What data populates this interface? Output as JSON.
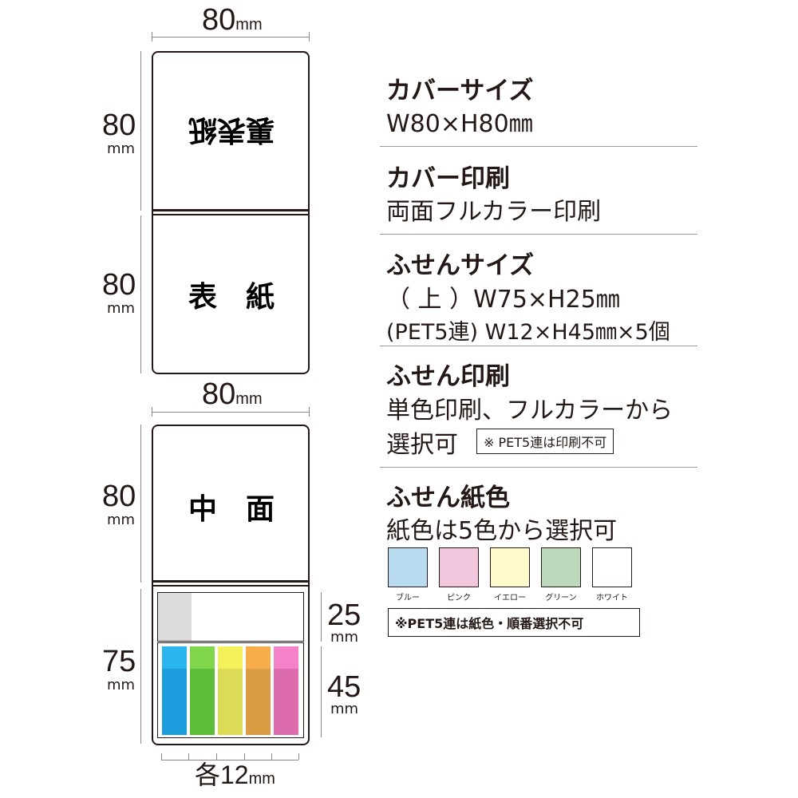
{
  "diagram": {
    "cover_panel": {
      "width_label": "80",
      "width_unit": "mm",
      "back_height_label": "80",
      "back_height_unit": "mm",
      "back_text": "裏表紙",
      "front_height_label": "80",
      "front_height_unit": "mm",
      "front_text": "表　紙"
    },
    "inner_panel": {
      "width_label": "80",
      "width_unit": "mm",
      "inner_height_label": "80",
      "inner_height_unit": "mm",
      "inner_text": "中　面",
      "sticky_height_label": "75",
      "sticky_height_unit": "mm",
      "top_note_height_label": "25",
      "top_note_height_unit": "mm",
      "tabs_height_label": "45",
      "tabs_height_unit": "mm",
      "tab_width_label": "各12",
      "tab_width_unit": "mm",
      "tab_colors": [
        {
          "top": "#2bb5ee",
          "bottom": "#1c9cdc"
        },
        {
          "top": "#7fd64a",
          "bottom": "#5cbd38"
        },
        {
          "top": "#f3f05a",
          "bottom": "#dcdb55"
        },
        {
          "top": "#f7ad4a",
          "bottom": "#dc9c44"
        },
        {
          "top": "#f482c8",
          "bottom": "#dc6cae"
        }
      ]
    }
  },
  "specs": [
    {
      "heading": "カバーサイズ",
      "lines": [
        "W80×H80㎜"
      ]
    },
    {
      "heading": "カバー印刷",
      "lines": [
        "両面フルカラー印刷"
      ]
    },
    {
      "heading": "ふせんサイズ",
      "lines": [
        "（ 上 ）W75×H25㎜",
        "(PET5連) W12×H45㎜×5個"
      ]
    },
    {
      "heading": "ふせん印刷",
      "lines": [
        "単色印刷、フルカラーから",
        "選択可"
      ],
      "note": "※ PET5連は印刷不可"
    },
    {
      "heading": "ふせん紙色",
      "lines": [
        "紙色は5色から選択可"
      ],
      "note": "※PET5連は紙色・順番選択不可"
    }
  ],
  "swatches": [
    {
      "label": "ブルー",
      "color": "#b9dcf1"
    },
    {
      "label": "ピンク",
      "color": "#f2c6dd"
    },
    {
      "label": "イエロー",
      "color": "#fffacb"
    },
    {
      "label": "グリーン",
      "color": "#bcd9bc"
    },
    {
      "label": "ホワイト",
      "color": "#ffffff"
    }
  ]
}
